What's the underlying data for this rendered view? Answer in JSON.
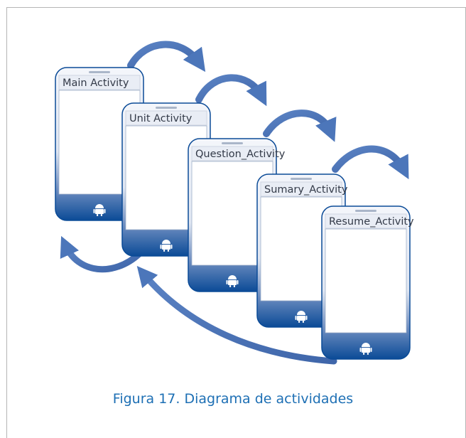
{
  "phones": [
    {
      "title": "Main Activity"
    },
    {
      "title": "Unit Activity"
    },
    {
      "title": "Question_Activity"
    },
    {
      "title": "Sumary_Activity"
    },
    {
      "title": "Resume_Activity"
    }
  ],
  "caption": "Figura 17. Diagrama de actividades",
  "colors": {
    "phone_base": "#0b4b97",
    "arrow": "#4c76ba",
    "title_bar": "#e9edf5",
    "caption": "#1d6fb4"
  },
  "icons": {
    "phone_bottom": "android-icon",
    "connector": "curved-arrow"
  }
}
